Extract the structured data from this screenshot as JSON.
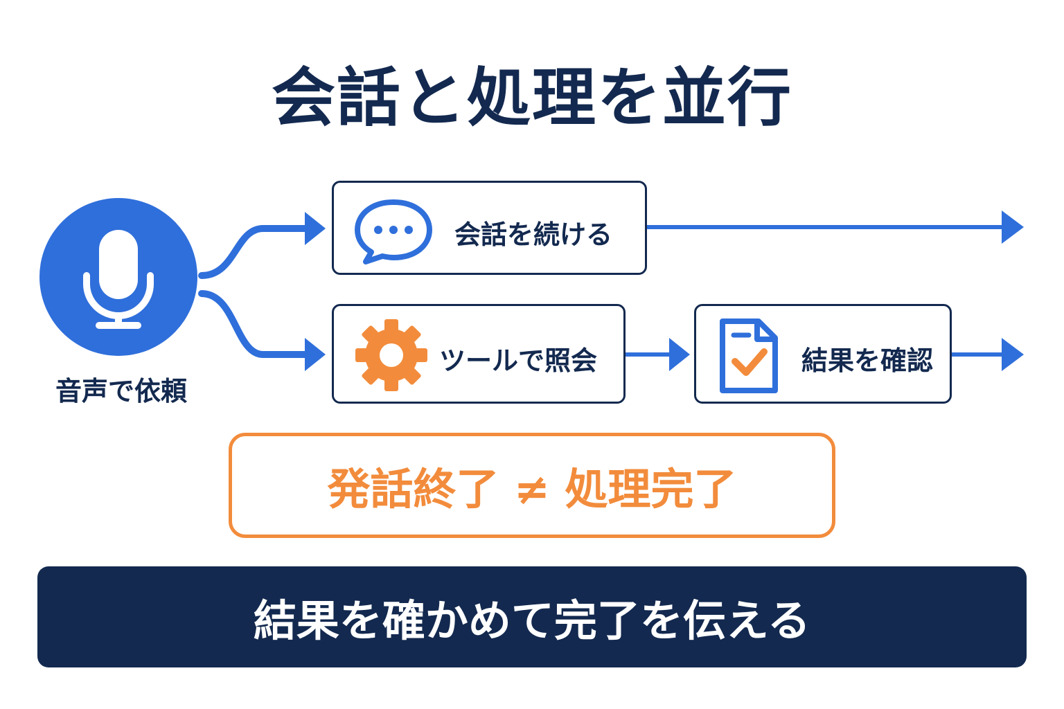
{
  "title": "会話と処理を並行",
  "source": {
    "label": "音声で依頼",
    "icon": "microphone-icon"
  },
  "branches": [
    {
      "steps": [
        {
          "label": "会話を続ける",
          "icon": "chat-bubble-icon"
        }
      ]
    },
    {
      "steps": [
        {
          "label": "ツールで照会",
          "icon": "gear-icon"
        },
        {
          "label": "結果を確認",
          "icon": "checked-document-icon"
        }
      ]
    }
  ],
  "notice": "発話終了 ≠ 処理完了",
  "banner": "結果を確かめて完了を伝える",
  "colors": {
    "navy": "#13294f",
    "blue": "#2f6fdb",
    "orange": "#f28c3c",
    "white": "#ffffff"
  }
}
